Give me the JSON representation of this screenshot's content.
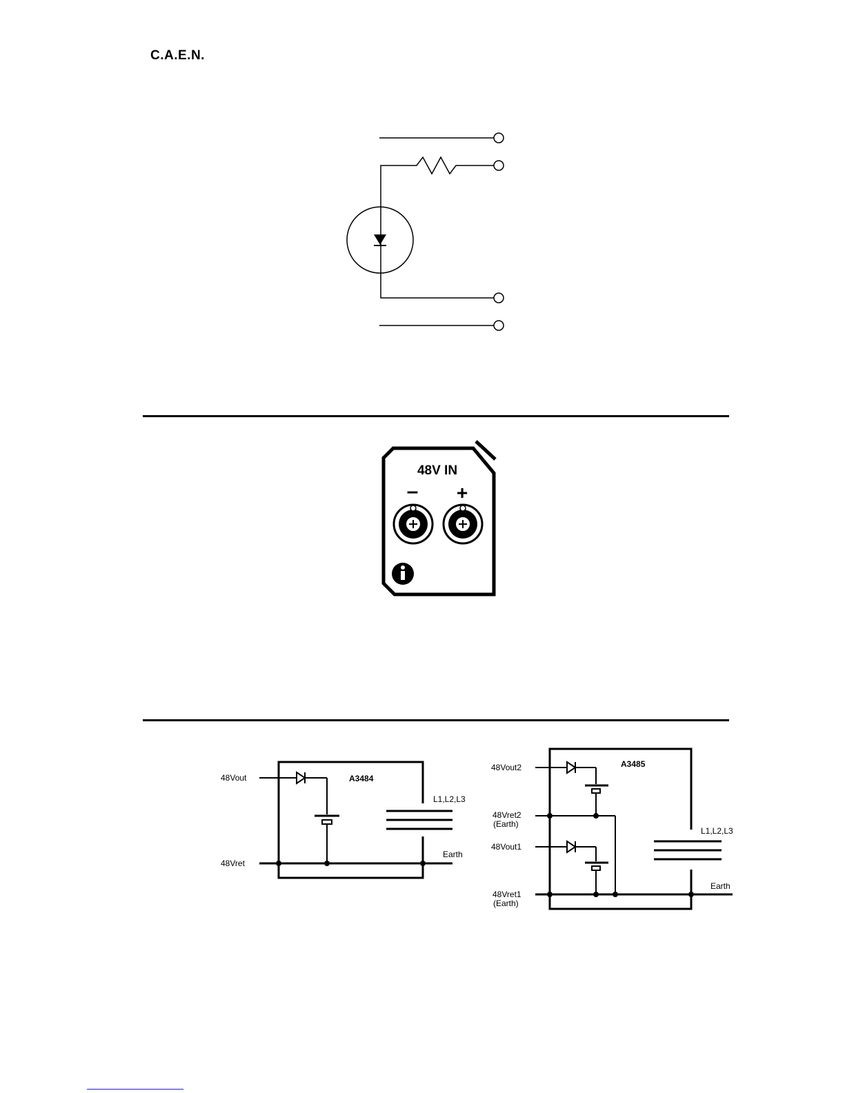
{
  "header": {
    "logo_text": "C.A.E.N."
  },
  "panel": {
    "title": "48V IN",
    "minus": "–",
    "plus": "+"
  },
  "diagram_a3484": {
    "model": "A3484",
    "in_out": "48Vout",
    "in_ret": "48Vret",
    "lines": "L1,L2,L3",
    "earth": "Earth"
  },
  "diagram_a3485": {
    "model": "A3485",
    "out2": "48Vout2",
    "ret2": "48Vret2",
    "ret2_note": "(Earth)",
    "out1": "48Vout1",
    "ret1": "48Vret1",
    "ret1_note": "(Earth)",
    "lines": "L1,L2,L3",
    "earth": "Earth"
  }
}
